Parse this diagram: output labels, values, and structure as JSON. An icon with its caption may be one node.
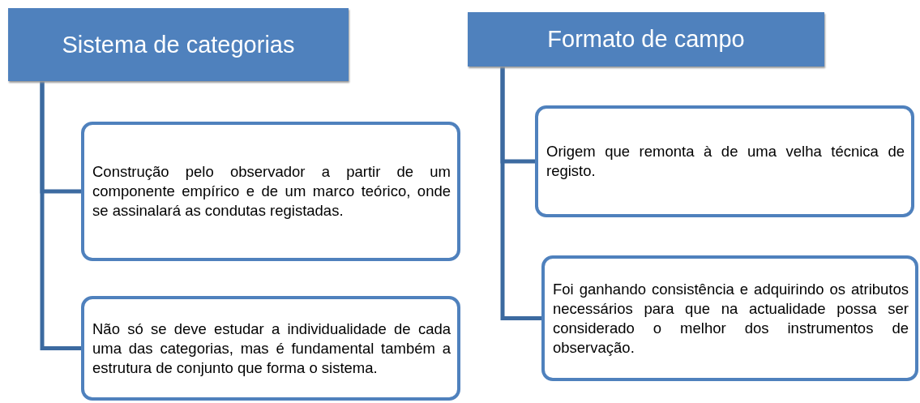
{
  "diagram": {
    "nodes": [
      {
        "text": [
          "Sistema de categorias"
        ]
      },
      {
        "text": [
          "Construção pelo observador a partir de um componente empírico e de um marco teórico, onde se assinalará as condutas registadas."
        ]
      },
      {
        "text": [
          "Não só se deve estudar a individualidade de cada uma das categorias, mas é fundamental também a estrutura de conjunto que forma o sistema."
        ]
      },
      {
        "text": [
          "Formato de campo"
        ]
      },
      {
        "text": [
          "Origem que remonta à de uma velha técnica de registo."
        ]
      },
      {
        "text": [
          "Foi ganhando consistência e adquirindo os atributos necessários para que na actualidade possa ser considerado o melhor dos instrumentos de observação."
        ]
      }
    ],
    "edges": [
      {
        "from": 0,
        "to": 1,
        "arrow": "none"
      },
      {
        "from": 0,
        "to": 2,
        "arrow": "none"
      },
      {
        "from": 3,
        "to": 4,
        "arrow": "none"
      },
      {
        "from": 3,
        "to": 5,
        "arrow": "none"
      }
    ]
  }
}
